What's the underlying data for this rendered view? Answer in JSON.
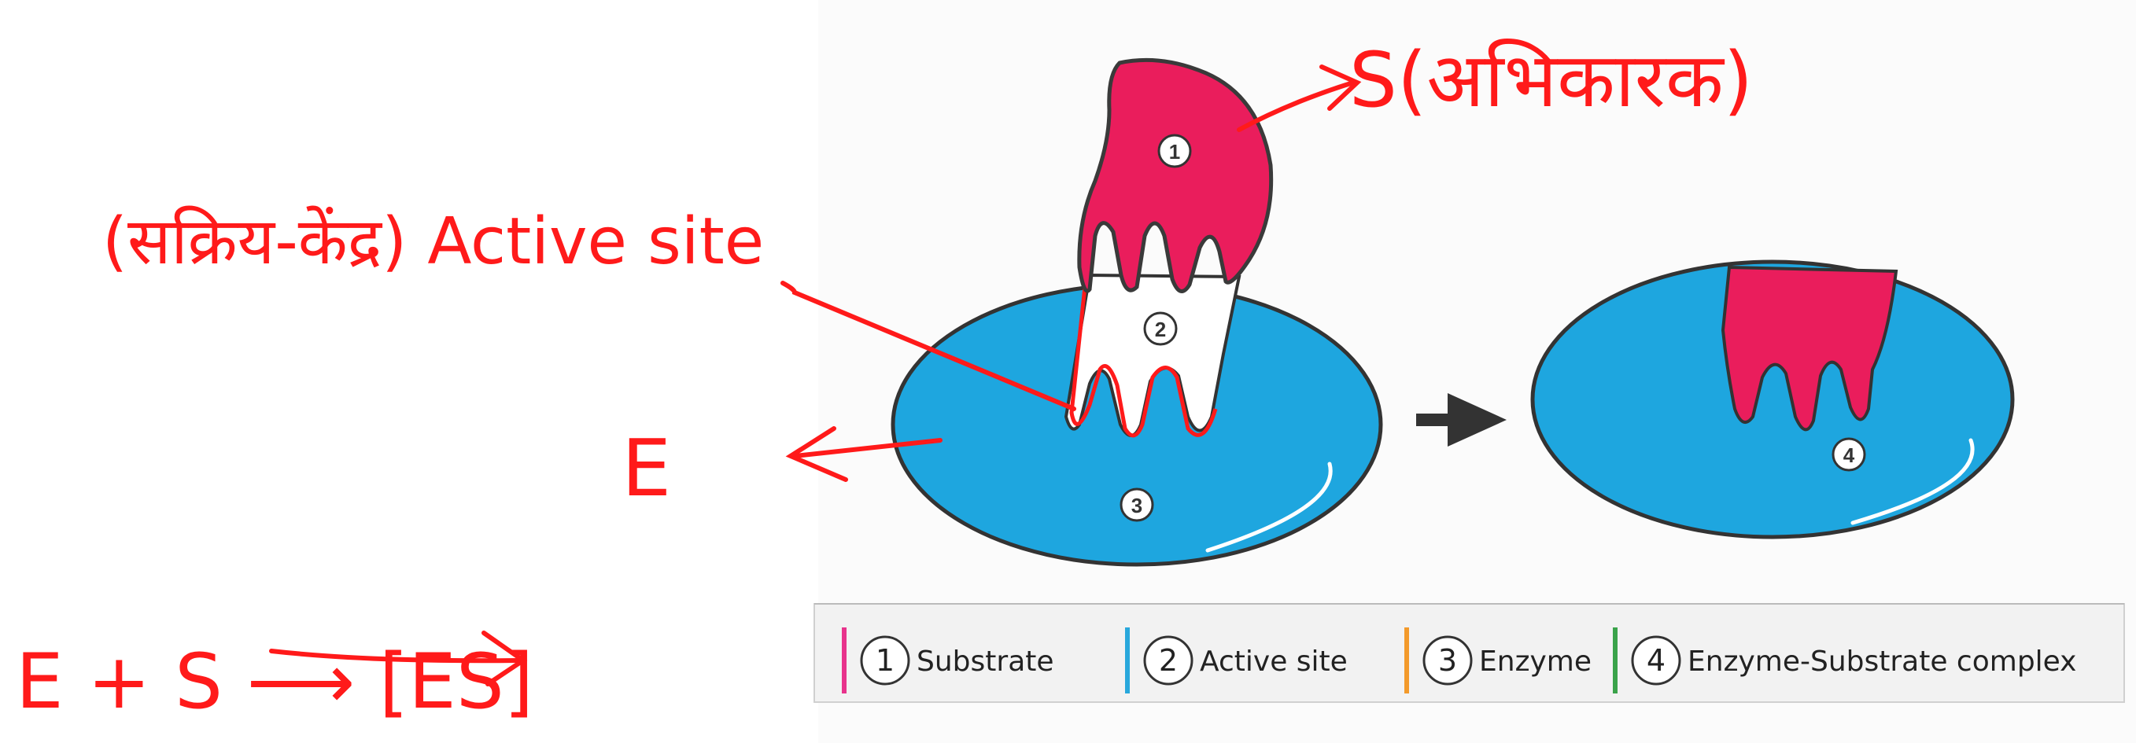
{
  "diagram": {
    "markers": {
      "substrate": "1",
      "active_site": "2",
      "enzyme": "3",
      "complex": "4"
    },
    "legend": [
      {
        "num": "1",
        "label": "Substrate",
        "color": "#e8338c"
      },
      {
        "num": "2",
        "label": "Active site",
        "color": "#29a8dc"
      },
      {
        "num": "3",
        "label": "Enzyme",
        "color": "#f39a2b"
      },
      {
        "num": "4",
        "label": "Enzyme-Substrate complex",
        "color": "#3aa34a"
      }
    ],
    "colors": {
      "enzyme": "#1ea6df",
      "substrate": "#ea1d5c",
      "ink": "#ff1a1a",
      "outline": "#3a3a3a"
    }
  },
  "annotations": {
    "substrate_label": "S(अभिकारक)",
    "active_site_label": "(सक्रिय-केंद्र) Active site",
    "enzyme_label": "E",
    "equation": "E + S ⟶ [ES]"
  }
}
